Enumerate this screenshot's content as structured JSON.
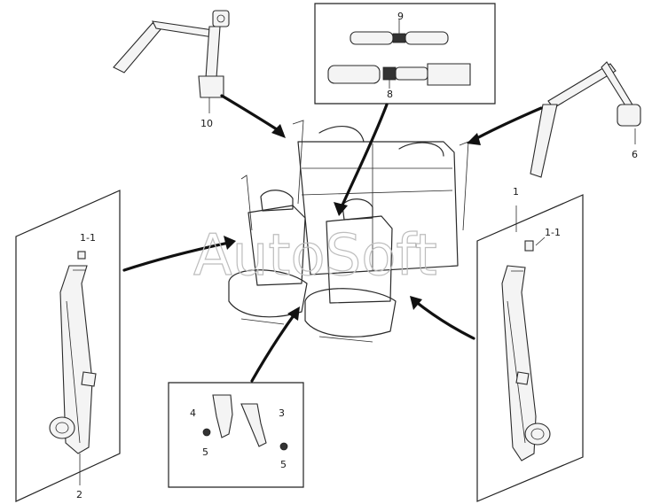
{
  "watermark": "AutoSoft",
  "callouts": {
    "c1": "1",
    "c1_1_right": "1-1",
    "c1_1_left": "1-1",
    "c2": "2",
    "c3": "3",
    "c4": "4",
    "c5_left": "5",
    "c5_right": "5",
    "c6": "6",
    "c8": "8",
    "c9": "9",
    "c10": "10"
  },
  "colors": {
    "line": "#2a2a2a",
    "arrow": "#111111",
    "watermark": "#bdbdbd"
  }
}
